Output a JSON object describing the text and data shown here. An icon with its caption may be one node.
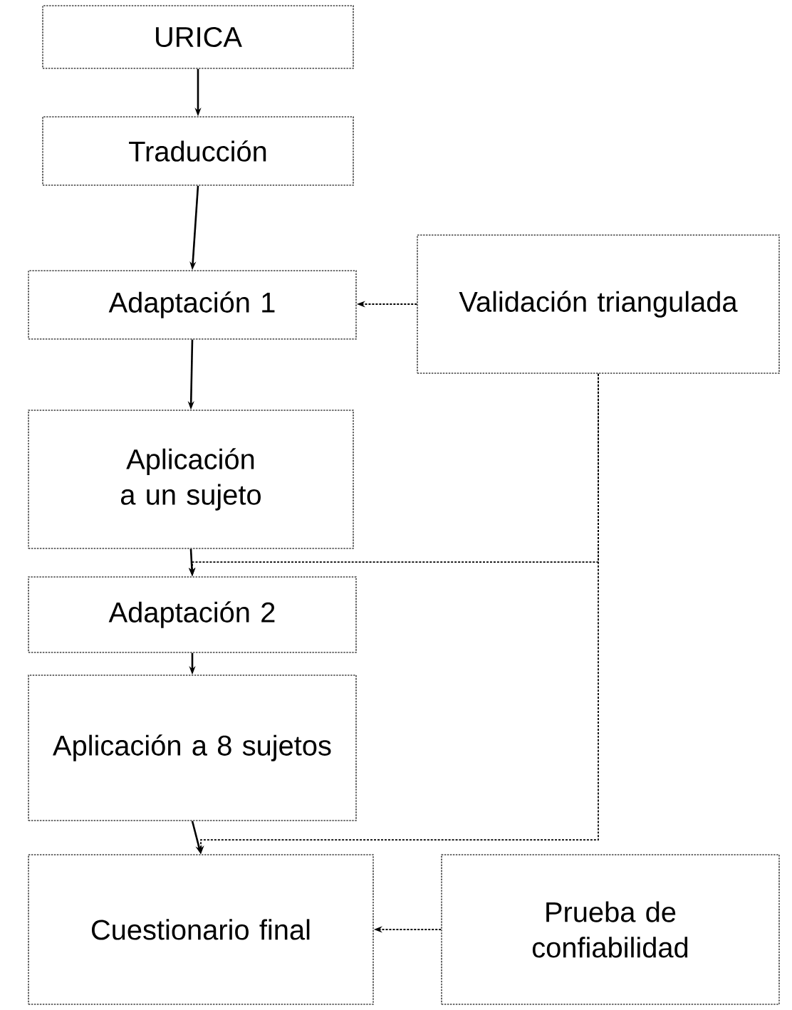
{
  "diagram": {
    "nodes": [
      {
        "text": [
          "URICA"
        ]
      },
      {
        "text": [
          "Traducción"
        ]
      },
      {
        "text": [
          "Adaptación 1"
        ]
      },
      {
        "text": [
          "Validación triangulada"
        ]
      },
      {
        "text": [
          "Aplicación a un sujeto"
        ]
      },
      {
        "text": [
          "Adaptación 2"
        ]
      },
      {
        "text": [
          "Aplicación a 8 sujetos"
        ]
      },
      {
        "text": [
          "Cuestionario final"
        ]
      },
      {
        "text": [
          "Prueba de confiabilidad"
        ]
      }
    ],
    "edges": [
      {
        "from": 0,
        "to": 1,
        "arrow": "to"
      },
      {
        "from": 1,
        "to": 2,
        "arrow": "to"
      },
      {
        "from": 2,
        "to": 4,
        "arrow": "to"
      },
      {
        "from": 4,
        "to": 5,
        "arrow": "to"
      },
      {
        "from": 5,
        "to": 6,
        "arrow": "to"
      },
      {
        "from": 6,
        "to": 7,
        "arrow": "to"
      },
      {
        "from": 3,
        "to": 2,
        "arrow": "to",
        "style": "dashed"
      },
      {
        "from": 3,
        "to": 5,
        "arrow": "to",
        "style": "dashed"
      },
      {
        "from": 3,
        "to": 7,
        "arrow": "to",
        "style": "dashed"
      },
      {
        "from": 8,
        "to": 7,
        "arrow": "to",
        "style": "dashed"
      }
    ]
  }
}
